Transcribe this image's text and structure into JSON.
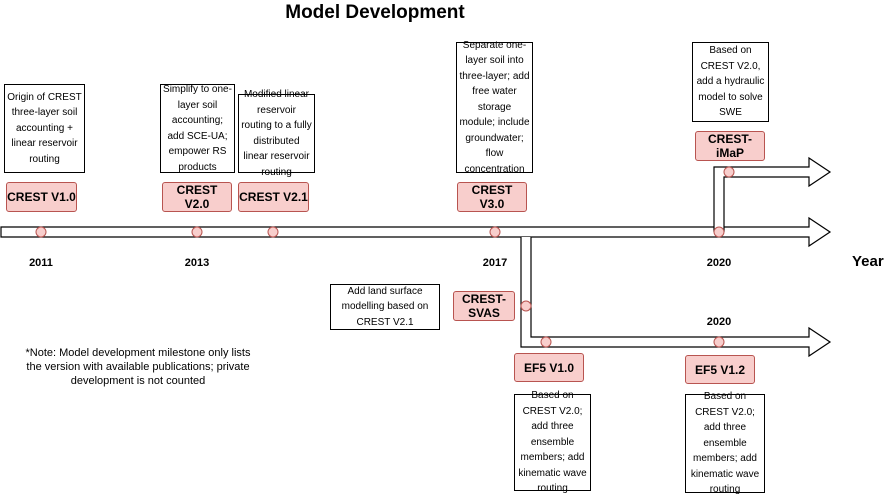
{
  "title": "Model Development",
  "axis_label": "Year",
  "note": "*Note: Model development milestone only lists the version with available publications; private development is not counted",
  "years": {
    "y2011": "2011",
    "y2013": "2013",
    "y2017": "2017",
    "y2020_main": "2020",
    "y2020_lower": "2020"
  },
  "versions": {
    "crest_v10": "CREST V1.0",
    "crest_v20": "CREST V2.0",
    "crest_v21": "CREST V2.1",
    "crest_v30": "CREST V3.0",
    "crest_imap": "CREST-iMaP",
    "crest_svas": "CREST-SVAS",
    "ef5_v10": "EF5 V1.0",
    "ef5_v12": "EF5 V1.2"
  },
  "descriptions": {
    "crest_v10": "Origin of CREST three-layer soil accounting + linear reservoir routing",
    "crest_v20": "Simplify to one-layer soil accounting; add SCE-UA; empower RS products",
    "crest_v21": "Modified linear reservoir routing to a fully distributed linear reservoir routing",
    "crest_v30": "Separate one-layer soil into three-layer; add free water storage module; include groundwater; flow concentration",
    "crest_imap": "Based on CREST V2.0, add a hydraulic model to solve SWE",
    "crest_svas": "Add land surface modelling based on CREST V2.1",
    "ef5_v10": "Based on CREST V2.0; add three ensemble members; add kinematic wave routing",
    "ef5_v12": "Based on CREST V2.0; add three ensemble members; add kinematic wave routing"
  },
  "colors": {
    "version_fill": "#f8cecc",
    "version_border": "#b85450"
  }
}
